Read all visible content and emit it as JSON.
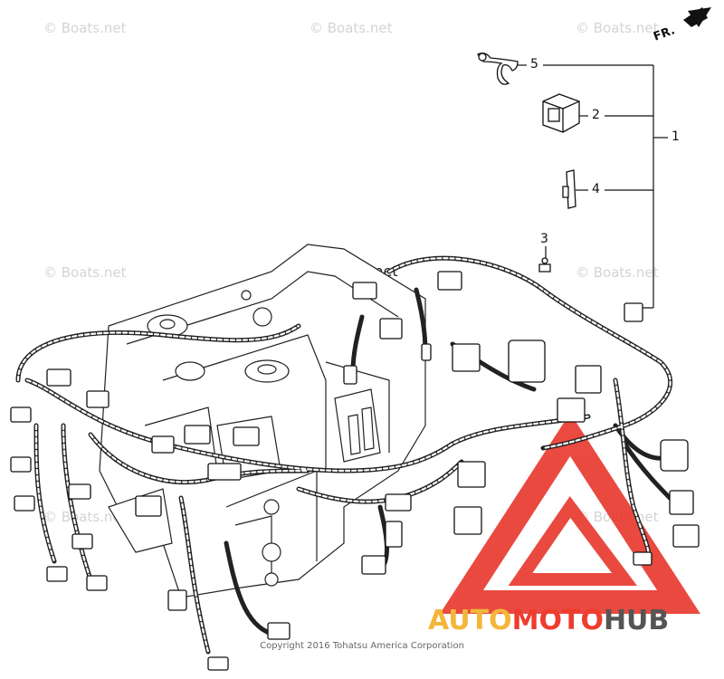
{
  "watermark": "© Boats.net",
  "direction_label": "FR.",
  "callouts": [
    "1",
    "2",
    "3",
    "4",
    "5"
  ],
  "brand": {
    "part1": "AUTO",
    "part2": "MOTO",
    "part3": "HUB",
    "color1": "#f4b63a",
    "color2": "#ee3c2e",
    "color3": "#555555",
    "logo_color": "#e8362b"
  },
  "copyright": "Copyright 2016 Tohatsu America Corporation"
}
